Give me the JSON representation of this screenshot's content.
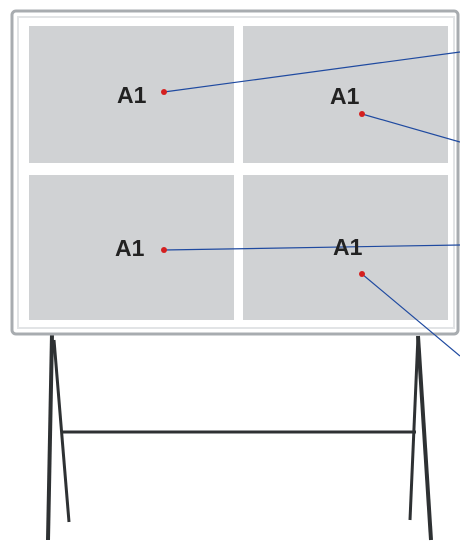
{
  "colors": {
    "board_frame": "#a8acb0",
    "board_face": "#ffffff",
    "panel_fill": "#d0d2d4",
    "stand_legs": "#2e3133",
    "marker": "#d42020",
    "leader_line": "#1f4aa0",
    "label_text": "#222222"
  },
  "panels": [
    {
      "label": "A1"
    },
    {
      "label": "A1"
    },
    {
      "label": "A1"
    },
    {
      "label": "A1"
    }
  ]
}
